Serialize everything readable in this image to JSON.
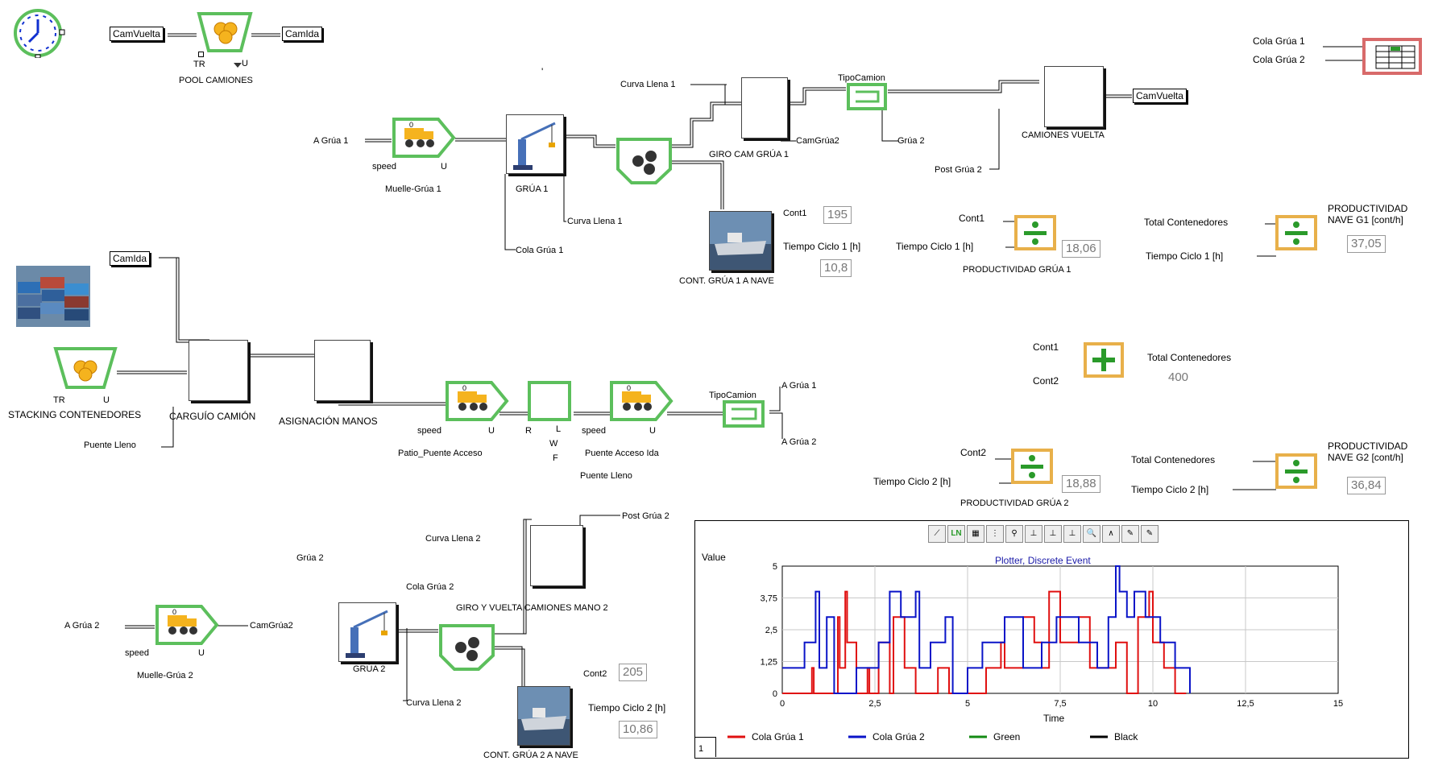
{
  "pool_camiones": {
    "label": "POOL CAMIONES",
    "port_tr": "TR",
    "port_u": "U",
    "input_name": "CamVuelta",
    "output_name": "CamIda"
  },
  "stacking": {
    "label": "STACKING CONTENEDORES",
    "port_tr": "TR",
    "port_u": "U",
    "output_name": "CamIda",
    "puente_lleno": "Puente Lleno"
  },
  "carguio": {
    "label": "CARGUÍO CAMIÓN"
  },
  "asignacion": {
    "label": "ASIGNACIÓN MANOS"
  },
  "patio_puente": {
    "label": "Patio_Puente Acceso",
    "speed": "speed",
    "u": "U",
    "count": "0"
  },
  "puente_acceso": {
    "r": "R",
    "l": "L",
    "w": "W",
    "f": "F",
    "puente_lleno": "Puente Lleno"
  },
  "puente_acceso_ida": {
    "label": "Puente Acceso Ida",
    "speed": "speed",
    "u": "U",
    "count": "0"
  },
  "tipo_camion_1": {
    "label": "TipoCamion",
    "out1": "A Grúa 1",
    "out2": "A Grúa 2"
  },
  "muelle_grua_1": {
    "label": "Muelle-Grúa 1",
    "input": "A Grúa 1",
    "speed": "speed",
    "u": "U",
    "count": "0"
  },
  "grua_1": {
    "label": "GRÚA 1",
    "curva": "Curva Llena 1",
    "cola": "Cola Grúa 1"
  },
  "giro_cam_grua_1": {
    "label": "GIRO CAM GRÚA 1",
    "curva": "Curva Llena 1",
    "camgrua2": "CamGrúa2"
  },
  "tipo_camion_2": {
    "label": "TipoCamion",
    "grua2": "Grúa 2"
  },
  "camiones_vuelta": {
    "label": "CAMIONES VUELTA",
    "output": "CamVuelta",
    "post": "Post Grúa 2"
  },
  "cont_grua_1": {
    "label": "CONT. GRÚA 1 A NAVE",
    "cont_label": "Cont1",
    "cont_value": "195",
    "tiempo_label": "Tiempo Ciclo 1 [h]",
    "tiempo_value": "10,8"
  },
  "productividad_grua_1": {
    "label": "PRODUCTIVIDAD GRÚA 1",
    "in1": "Cont1",
    "in2": "Tiempo Ciclo 1 [h]",
    "value": "18,06"
  },
  "productividad_nave_g1": {
    "label": "PRODUCTIVIDAD NAVE G1 [cont/h]",
    "in1": "Total Contenedores",
    "in2": "Tiempo Ciclo 1 [h]",
    "value": "37,05"
  },
  "total_contenedores": {
    "in1": "Cont1",
    "in2": "Cont2",
    "out": "Total Contenedores",
    "value": "400"
  },
  "productividad_grua_2": {
    "label": "PRODUCTIVIDAD GRÚA 2",
    "in1": "Cont2",
    "in2": "Tiempo Ciclo 2 [h]",
    "value": "18,88"
  },
  "productividad_nave_g2": {
    "label": "PRODUCTIVIDAD NAVE G2 [cont/h]",
    "in1": "Total Contenedores",
    "in2": "Tiempo Ciclo 2 [h]",
    "value": "36,84"
  },
  "cola_inputs": {
    "in1": "Cola Grúa 1",
    "in2": "Cola Grúa 2"
  },
  "muelle_grua_2": {
    "label": "Muelle-Grúa 2",
    "input": "A Grúa 2",
    "output": "CamGrúa2",
    "speed": "speed",
    "u": "U",
    "count": "0"
  },
  "grua_2": {
    "label": "GRÚA 2",
    "input": "Grúa 2",
    "cola": "Cola Grúa 2",
    "curva": "Curva Llena 2"
  },
  "giro_vuelta_2": {
    "label": "GIRO Y VUELTA CAMIONES MANO 2",
    "curva": "Curva Llena 2",
    "post": "Post Grúa 2"
  },
  "cont_grua_2": {
    "label": "CONT. GRÚA 2 A NAVE",
    "cont_label": "Cont2",
    "cont_value": "205",
    "tiempo_label": "Tiempo Ciclo 2 [h]",
    "tiempo_value": "10,86"
  },
  "plotter": {
    "tab": "1",
    "tool_labels": [
      "LN"
    ]
  },
  "chart_data": {
    "type": "line",
    "title": "Plotter, Discrete Event",
    "xlabel": "Time",
    "ylabel": "Value",
    "xlim": [
      0,
      15
    ],
    "ylim": [
      0,
      5
    ],
    "x_ticks": [
      "0",
      "2,5",
      "5",
      "7,5",
      "10",
      "12,5",
      "15"
    ],
    "y_ticks": [
      "0",
      "1,25",
      "2,5",
      "3,75",
      "5"
    ],
    "grid": true,
    "legend_position": "bottom",
    "series": [
      {
        "name": "Cola Grúa 1",
        "color": "#e01010",
        "x": [
          0,
          0.8,
          0.85,
          1.5,
          1.55,
          1.7,
          1.75,
          2.0,
          2.3,
          2.35,
          2.6,
          2.9,
          3.0,
          3.3,
          3.6,
          4.2,
          4.5,
          5.5,
          5.9,
          6.0,
          6.5,
          6.8,
          7.0,
          7.2,
          7.5,
          8.0,
          8.3,
          9.0,
          9.3,
          9.6,
          9.9,
          10.0,
          10.3,
          10.6,
          10.9
        ],
        "y": [
          0,
          1,
          0,
          3,
          1,
          4,
          2,
          0,
          1,
          0,
          2,
          0,
          3,
          1,
          0,
          1,
          0,
          1,
          2,
          1,
          3,
          2,
          1,
          4,
          2,
          3,
          1,
          2,
          0,
          3,
          4,
          2,
          1,
          0,
          0
        ]
      },
      {
        "name": "Cola Grúa 2",
        "color": "#0a14c8",
        "x": [
          0,
          0.6,
          0.9,
          1.0,
          1.2,
          1.4,
          2.0,
          2.6,
          2.9,
          3.2,
          3.6,
          3.7,
          4.0,
          4.4,
          4.6,
          5.0,
          5.4,
          6.0,
          6.5,
          7.0,
          7.4,
          8.0,
          8.5,
          8.8,
          9.0,
          9.1,
          9.3,
          9.5,
          9.8,
          10.2,
          10.6,
          10.9,
          11.0
        ],
        "y": [
          1,
          2,
          4,
          1,
          3,
          0,
          1,
          2,
          4,
          3,
          4,
          1,
          2,
          3,
          0,
          1,
          2,
          3,
          1,
          2,
          3,
          2,
          1,
          3,
          5,
          4,
          3,
          4,
          3,
          2,
          1,
          1,
          0
        ]
      },
      {
        "name": "Green",
        "color": "#138a13",
        "x": [],
        "y": []
      },
      {
        "name": "Black",
        "color": "#000000",
        "x": [],
        "y": []
      }
    ]
  }
}
